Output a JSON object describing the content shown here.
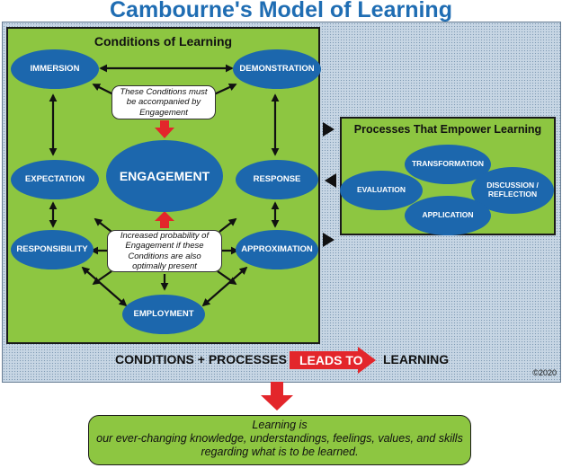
{
  "title": "Cambourne's Model of Learning",
  "conditions": {
    "title": "Conditions of Learning",
    "immersion": "IMMERSION",
    "demonstration": "DEMONSTRATION",
    "expectation": "EXPECTATION",
    "engagement": "ENGAGEMENT",
    "response": "RESPONSE",
    "responsibility": "RESPONSIBILITY",
    "approximation": "APPROXIMATION",
    "employment": "EMPLOYMENT",
    "note_top": "These Conditions must be accompanied by Engagement",
    "note_bottom": "Increased probability of Engagement if these Conditions are also optimally present"
  },
  "processes": {
    "title": "Processes That Empower Learning",
    "transformation": "TRANSFORMATION",
    "evaluation": "EVALUATION",
    "discussion": "DISCUSSION / REFLECTION",
    "application": "APPLICATION"
  },
  "equation": {
    "left": "CONDITIONS + PROCESSES",
    "leads": "LEADS TO",
    "right": "LEARNING"
  },
  "copyright": "©2020",
  "learning": {
    "line1": "Learning is",
    "line2": "our ever-changing knowledge, understandings, feelings, values, and skills",
    "line3": "regarding what is to be learned."
  },
  "colors": {
    "title_blue": "#1f6db3",
    "ellipse_blue": "#1c67ad",
    "panel_green": "#8dc641",
    "arrow_red": "#e3262b"
  }
}
